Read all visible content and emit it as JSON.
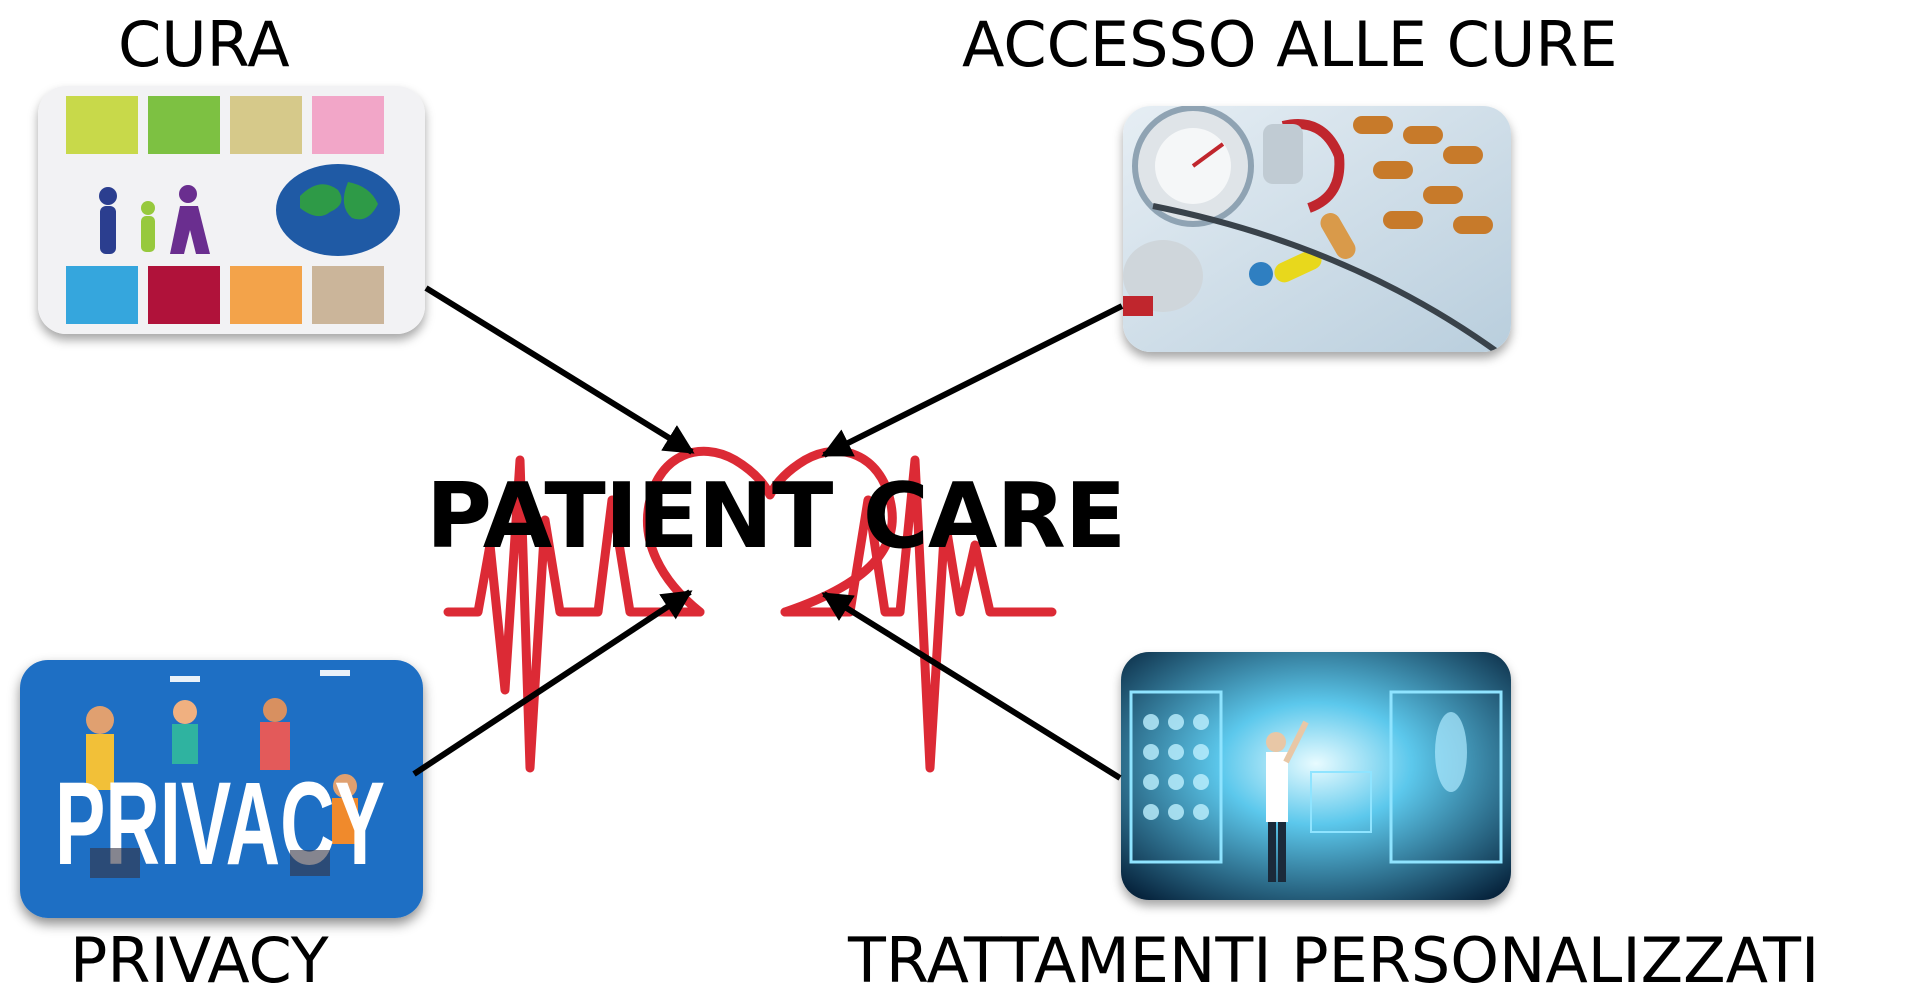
{
  "nodes": {
    "cura": {
      "label": "CURA"
    },
    "accesso": {
      "label": "ACCESSO ALLE CURE"
    },
    "privacy": {
      "label": "PRIVACY",
      "image_text": "PRIVACY"
    },
    "trattamenti": {
      "label": "TRATTAMENTI PERSONALIZZATI"
    }
  },
  "center": {
    "label": "PATIENT CARE"
  },
  "colors": {
    "heart": "#dc2a35",
    "arrow": "#000000",
    "privacy_bg": "#1e6fc4"
  }
}
